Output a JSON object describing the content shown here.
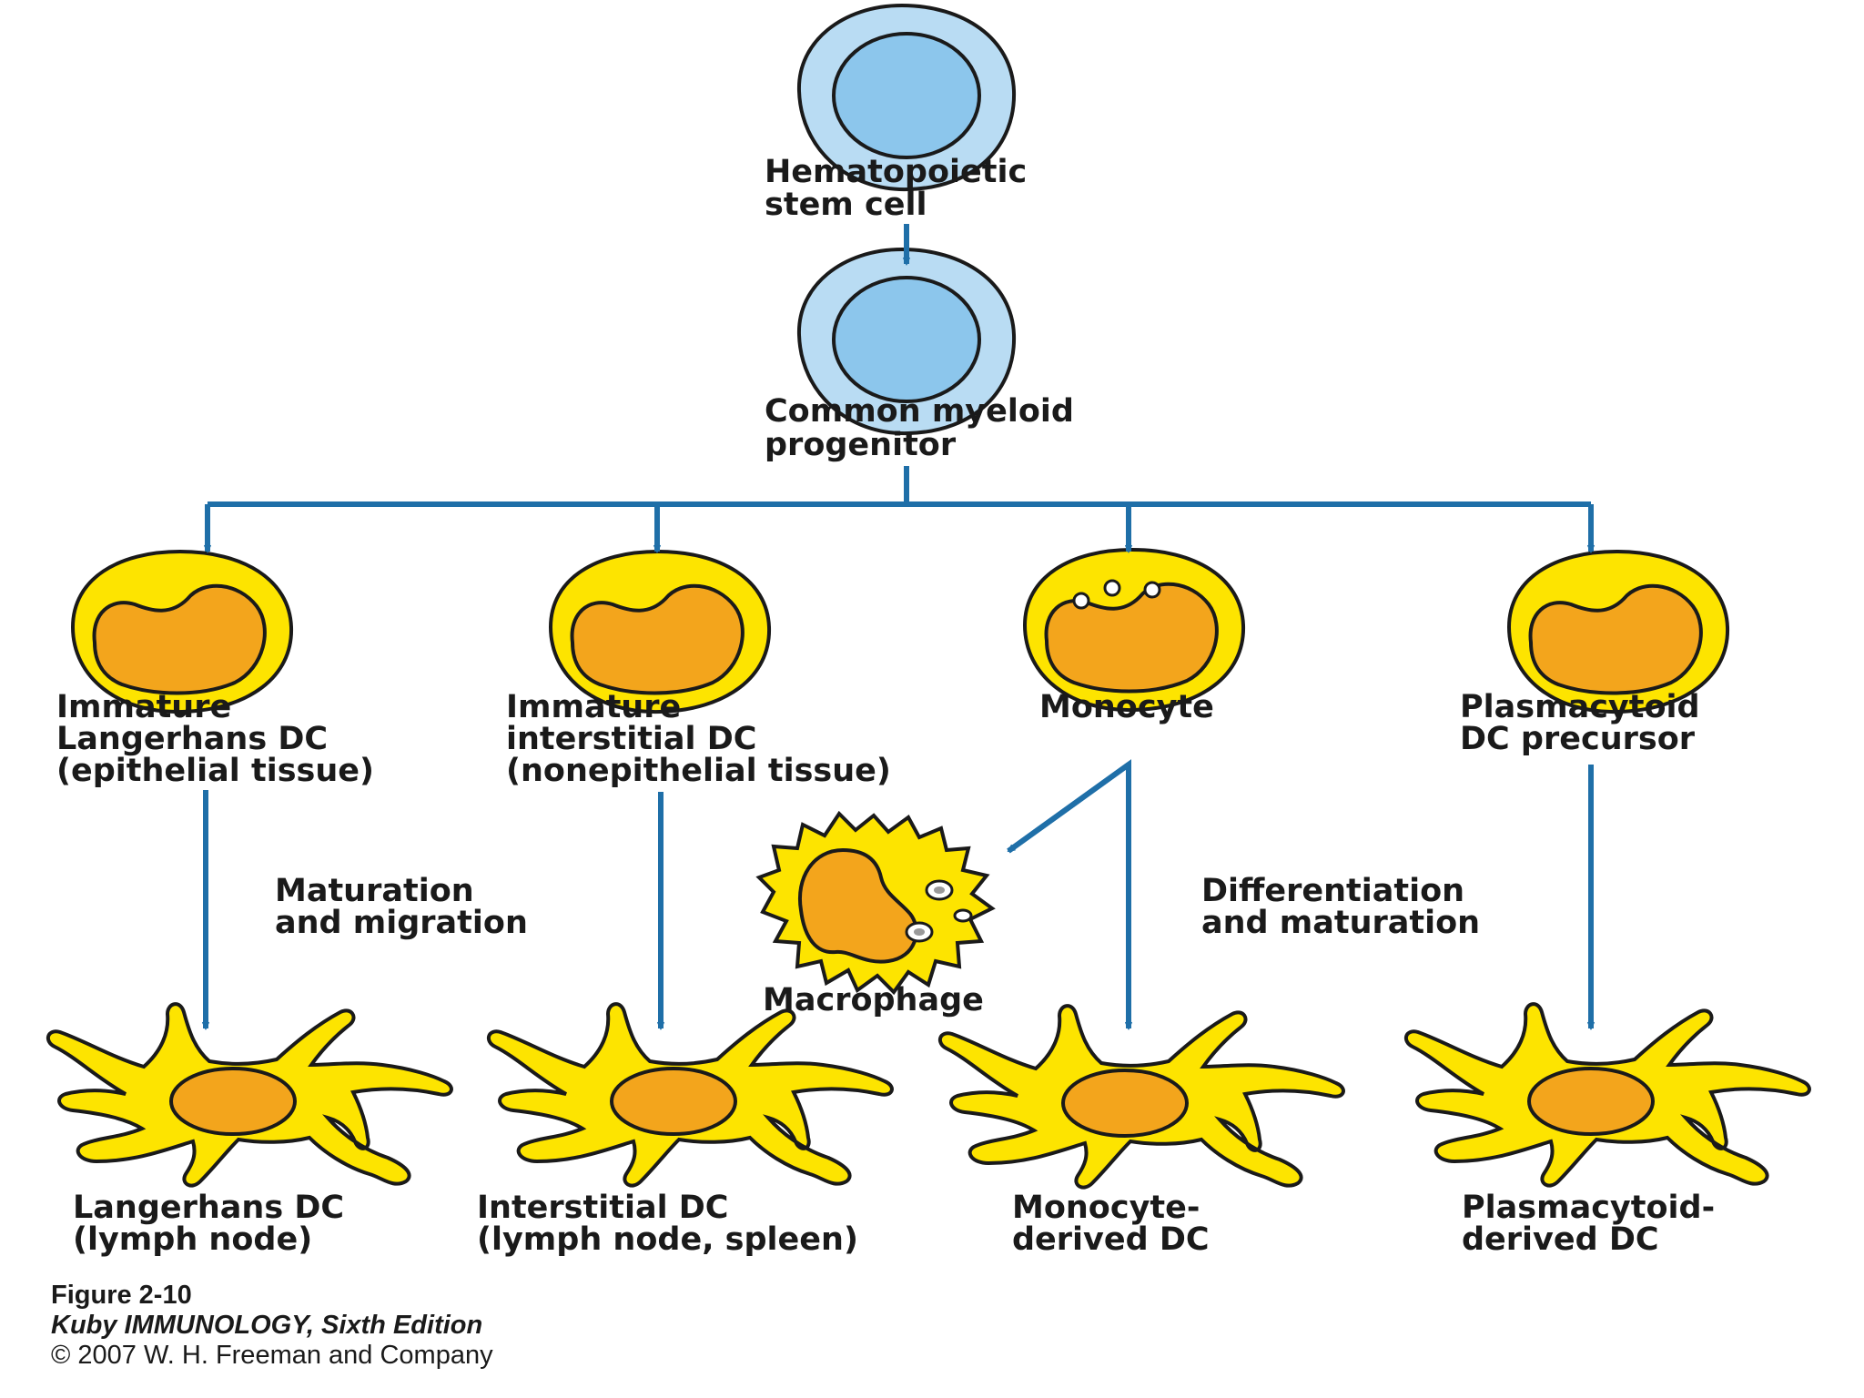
{
  "colors": {
    "arrow": "#1f6fa8",
    "stem_cell_outer": "#b9dcf3",
    "stem_cell_nucleus": "#8cc6ec",
    "dc_body": "#fde400",
    "dc_nucleus": "#f3a51c",
    "outline": "#1a1a1a"
  },
  "nodes": {
    "hsc": {
      "line1": "Hematopoietic",
      "line2": "stem cell"
    },
    "cmp": {
      "line1": "Common myeloid",
      "line2": "progenitor"
    },
    "imm_langerhans": {
      "line1": "Immature",
      "line2": "Langerhans DC",
      "line3": "(epithelial tissue)"
    },
    "imm_interstitial": {
      "line1": "Immature",
      "line2": "interstitial DC",
      "line3": "(nonepithelial tissue)"
    },
    "monocyte": {
      "line1": "Monocyte"
    },
    "plasmacytoid_precursor": {
      "line1": "Plasmacytoid",
      "line2": "DC precursor"
    },
    "macrophage": {
      "line1": "Macrophage"
    },
    "langerhans_dc": {
      "line1": "Langerhans DC",
      "line2": "(lymph node)"
    },
    "interstitial_dc": {
      "line1": "Interstitial DC",
      "line2": "(lymph node, spleen)"
    },
    "monocyte_dc": {
      "line1": "Monocyte-",
      "line2": "derived DC"
    },
    "plasmacytoid_dc": {
      "line1": "Plasmacytoid-",
      "line2": "derived DC"
    }
  },
  "process_labels": {
    "maturation": {
      "line1": "Maturation",
      "line2": "and migration"
    },
    "differentiation": {
      "line1": "Differentiation",
      "line2": "and maturation"
    }
  },
  "caption": {
    "figure": "Figure 2-10",
    "book": "Kuby IMMUNOLOGY, Sixth Edition",
    "copyright": "© 2007 W. H. Freeman and Company"
  },
  "icons": [
    "stem-cell-icon",
    "progenitor-cell-icon",
    "immature-dc-icon",
    "monocyte-icon",
    "macrophage-icon",
    "dendritic-cell-icon"
  ]
}
